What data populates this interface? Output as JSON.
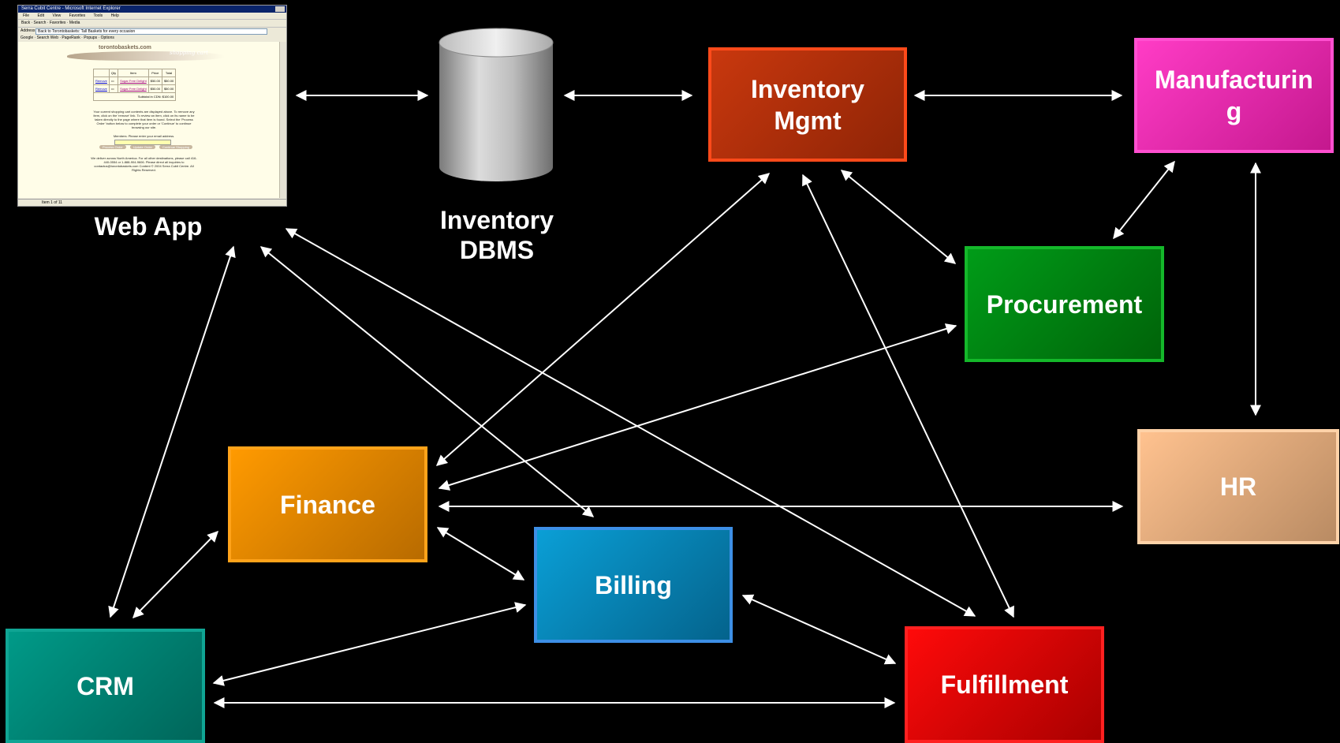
{
  "browser": {
    "window_title": "Serra Cubit Centre - Microsoft Internet Explorer",
    "menu": [
      "File",
      "Edit",
      "View",
      "Favorites",
      "Tools",
      "Help"
    ],
    "toolbar": "Back · Search · Favorites · Media",
    "address": "Back to Torontobaskets: Tall Baskets for every occasion",
    "links": "Google · Search Web · PageRank · Popups · Options",
    "site_name": "torontobaskets.com",
    "banner_text": "shopping cart",
    "cart_headers": [
      "",
      "Qty",
      "Item",
      "Price",
      "Total"
    ],
    "cart_rows": [
      {
        "action": "Remove",
        "item": "Sugar Free Delight",
        "price": "$50.00",
        "total": "$50.00"
      },
      {
        "action": "Remove",
        "item": "Sugar Free Delight",
        "price": "$50.00",
        "total": "$50.00"
      }
    ],
    "subtotal": "Subtotal in CDN: $100.00",
    "note": "Your current shopping cart contents are displayed above. To remove any item, click on the 'remove' link. To review an item, click on its name to be taken directly to the page where that item is found. Select the 'Process Order' button below to complete your order or 'Continue' to continue browsing our site.",
    "members": "Members: Please enter your email address.",
    "buttons": [
      "Process Order",
      "Update Order",
      "Continue Shopping"
    ],
    "footer": "We deliver across North America. For all other destinations, please call 416-440-0554 or 1-888-904-9606. Please direct all inquiries to contactus@torontobaskets.com Content © 2004 Serra Cubit Centre. All Rights Reserved.",
    "status": "Item 1 of 11"
  },
  "nodes": {
    "web_app": "Web App",
    "inventory_dbms": "Inventory DBMS",
    "inventory_mgmt": "Inventory Mgmt",
    "manufacturing": "Manufacturin g",
    "procurement": "Procurement",
    "finance": "Finance",
    "billing": "Billing",
    "hr": "HR",
    "crm": "CRM",
    "fulfillment": "Fulfillment"
  },
  "colors": {
    "inventory_mgmt": "#a82e0c",
    "manufacturing": "#e22ca8",
    "procurement": "#007d0e",
    "finance": "#e08a00",
    "billing": "#0582b8",
    "hr": "#e7b58a",
    "crm": "#00877a",
    "fulfillment": "#d90000"
  },
  "connections": [
    [
      "web_app",
      "inventory_dbms"
    ],
    [
      "inventory_dbms",
      "inventory_mgmt"
    ],
    [
      "inventory_mgmt",
      "manufacturing"
    ],
    [
      "manufacturing",
      "procurement"
    ],
    [
      "manufacturing",
      "hr"
    ],
    [
      "inventory_mgmt",
      "procurement"
    ],
    [
      "inventory_mgmt",
      "finance"
    ],
    [
      "inventory_mgmt",
      "fulfillment"
    ],
    [
      "procurement",
      "finance"
    ],
    [
      "finance",
      "hr"
    ],
    [
      "finance",
      "billing"
    ],
    [
      "finance",
      "crm"
    ],
    [
      "web_app",
      "crm"
    ],
    [
      "web_app",
      "billing"
    ],
    [
      "web_app",
      "fulfillment"
    ],
    [
      "billing",
      "crm"
    ],
    [
      "billing",
      "fulfillment"
    ],
    [
      "crm",
      "fulfillment"
    ]
  ]
}
